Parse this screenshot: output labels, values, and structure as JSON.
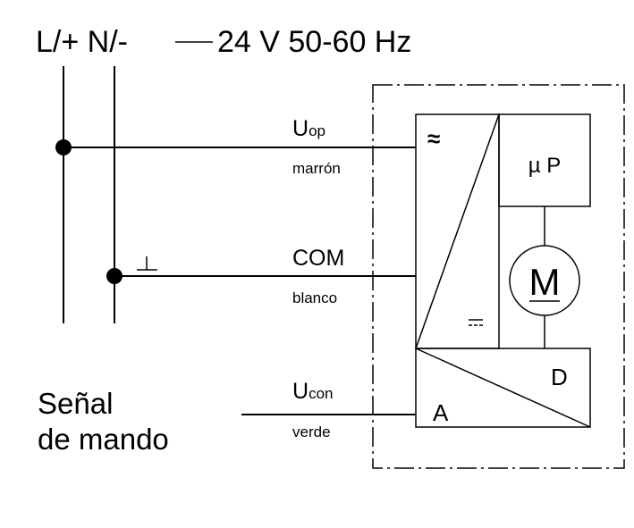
{
  "header": {
    "supply_labels": "L/+ N/-",
    "voltage_label": "24 V 50-60 Hz"
  },
  "wires": {
    "uop": {
      "label_main": "U",
      "label_sub": "op",
      "color": "marrón"
    },
    "com": {
      "symbol": "⊥",
      "label": "COM",
      "color": "blanco"
    },
    "ucon": {
      "label_main": "U",
      "label_sub": "con",
      "color": "verde"
    }
  },
  "signal_label": {
    "line1": "Señal",
    "line2": "de mando"
  },
  "device": {
    "converter_ac_symbol": "≈",
    "converter_dc_symbol": "⎓",
    "processor_label": "µ P",
    "motor_label": "M",
    "adc_input_label": "A",
    "adc_output_label": "D"
  }
}
